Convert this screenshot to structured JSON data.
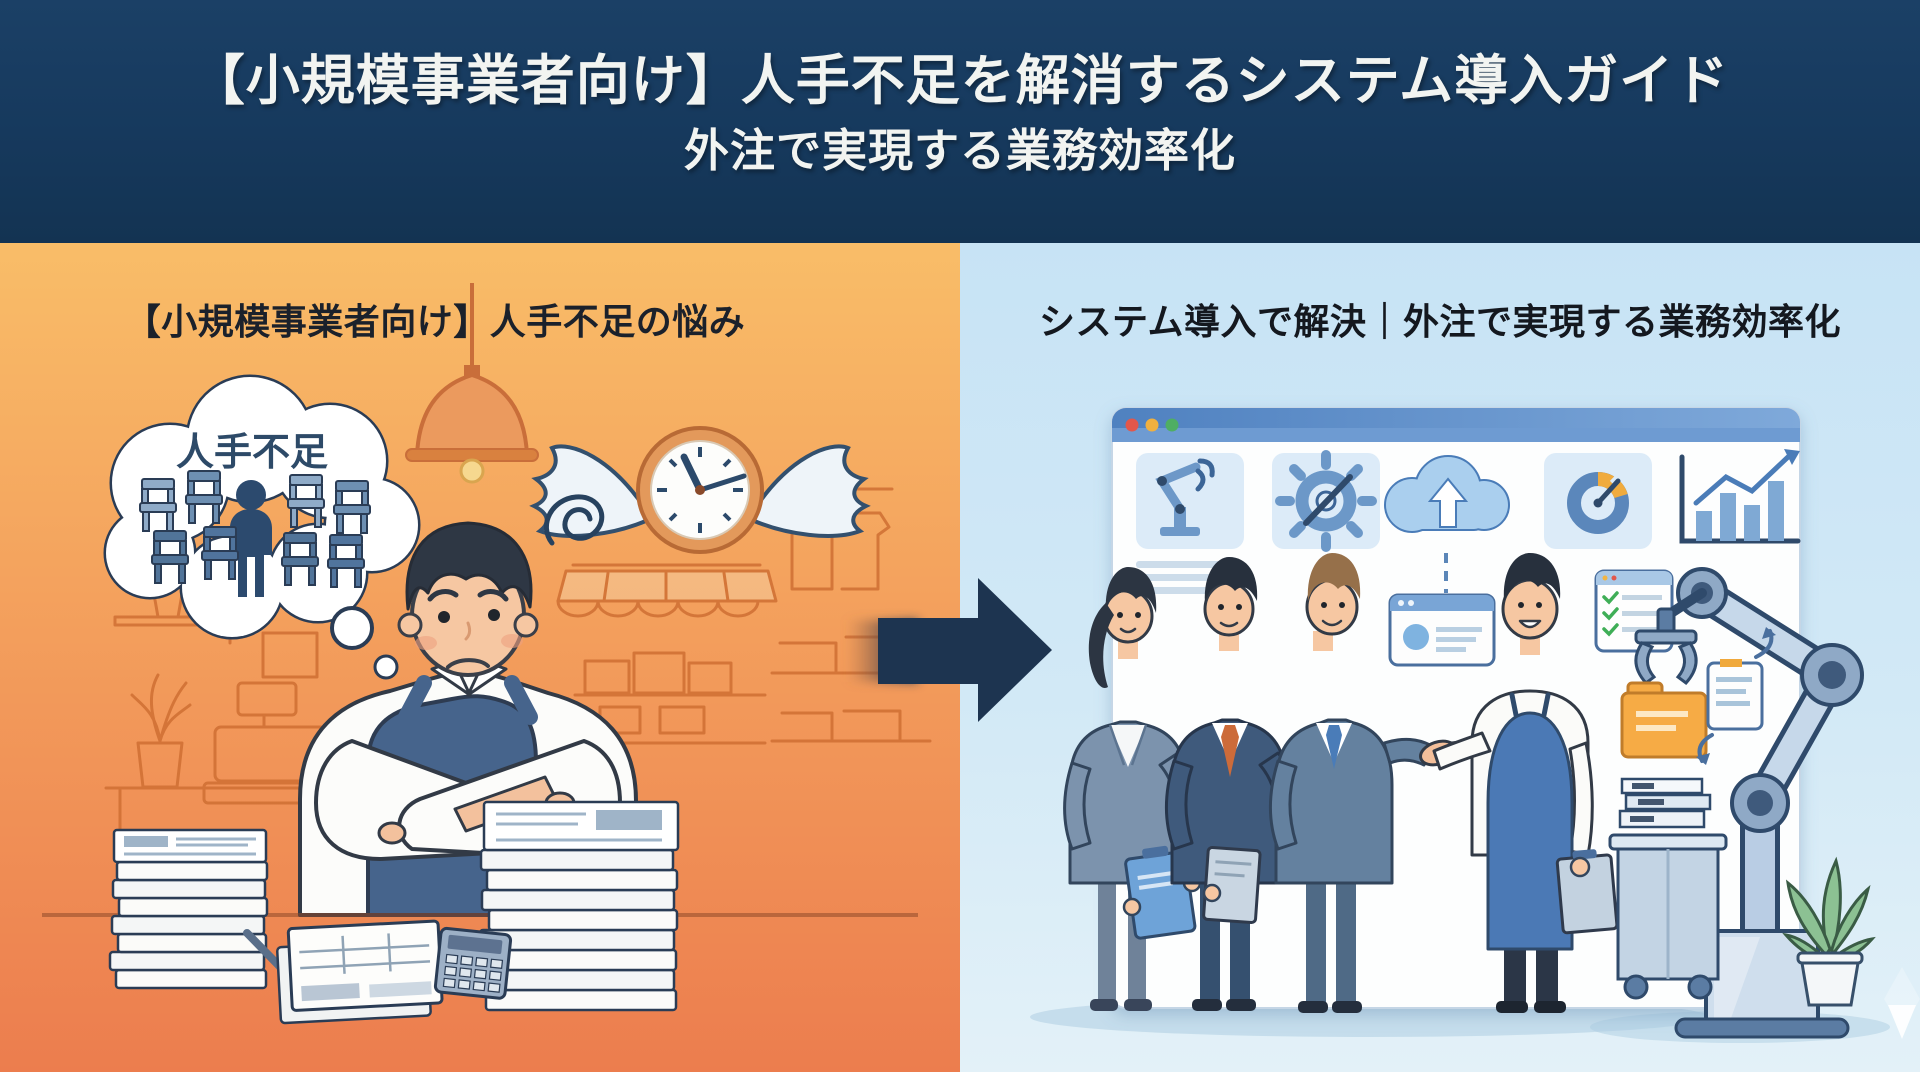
{
  "meta": {
    "kind": "blog-eyecatch-illustration",
    "language": "ja"
  },
  "header": {
    "title_line1": "【小規模事業者向け】人手不足を解消するシステム導入ガイド",
    "title_line2": "外注で実現する業務効率化",
    "bg_color": "#16395d",
    "text_color": "#f2f4f1"
  },
  "before_panel": {
    "heading": "【小規模事業者向け】人手不足の悩み",
    "thought_bubble_label": "人手不足",
    "bg_top_color": "#f9bd68",
    "bg_bottom_color": "#ec7d4e",
    "scene_icons": [
      "thought-bubble-icon",
      "empty-chairs-icon",
      "lone-worker-pictogram-icon",
      "pendant-lamp-icon",
      "winged-clock-icon",
      "stress-scribble-icon",
      "worried-shop-owner-figure",
      "paper-stack-icon",
      "spreadsheet-form-icon",
      "calculator-icon",
      "pen-icon",
      "shop-shelf-line-art",
      "cash-register-line-art",
      "potted-plant-line-art",
      "store-awning-line-art",
      "hanging-clothes-line-art"
    ]
  },
  "after_panel": {
    "heading": "システム導入で解決｜外注で実現する業務効率化",
    "bg_top_color": "#c7e3f5",
    "bg_bottom_color": "#e3f1f8",
    "scene_icons": [
      "browser-window",
      "traffic-light-dots-icon",
      "robot-arm-icon",
      "gear-icon",
      "cloud-upload-icon",
      "gauge-icon",
      "growth-chart-icon",
      "dashed-connector",
      "profile-card-icon",
      "consultant-woman-figure",
      "consultant-orange-tie-figure",
      "consultant-handshake-figure",
      "shop-owner-apron-figure",
      "handshake-icon",
      "checklist-card-icon",
      "robotic-arm-figure",
      "folder-icon",
      "document-card-icon",
      "book-stack-cart-icon",
      "potted-plant-icon",
      "sparkle-icon"
    ],
    "accent_colors": {
      "browser_bar": "#5585c5",
      "dot_red": "#e2574b",
      "dot_yellow": "#f0b03f",
      "dot_green": "#4fae63",
      "gauge_orange": "#f0ab3e",
      "folder_orange": "#f6ab45",
      "check_green": "#3fae57"
    }
  },
  "transition": {
    "arrow_direction": "right",
    "arrow_color": "#1d3450"
  }
}
